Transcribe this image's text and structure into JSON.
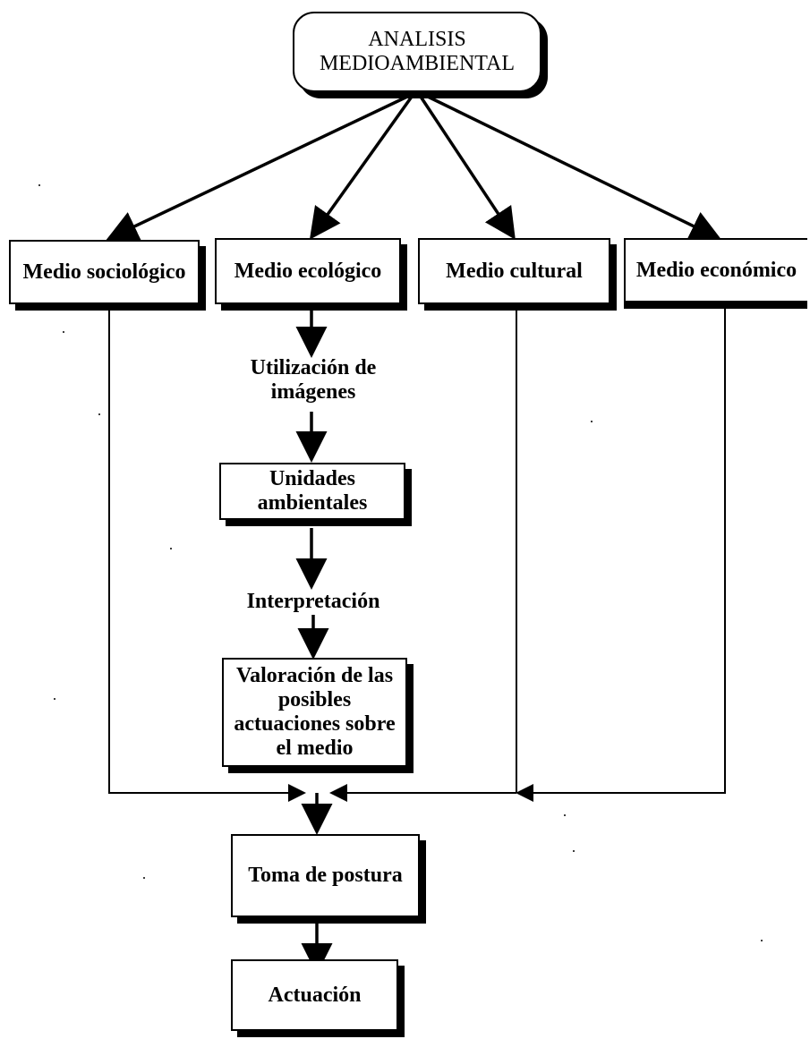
{
  "diagram": {
    "root": {
      "line1": "ANALISIS",
      "line2": "MEDIOAMBIENTAL"
    },
    "media": [
      {
        "label": "Medio sociológico"
      },
      {
        "label": "Medio ecológico"
      },
      {
        "label": "Medio cultural"
      },
      {
        "label": "Medio económico"
      }
    ],
    "process": {
      "step1": {
        "line1": "Utilización de",
        "line2": "imágenes"
      },
      "step2": {
        "line1": "Unidades",
        "line2": "ambientales"
      },
      "step3": {
        "label": "Interpretación"
      },
      "step4": {
        "line1": "Valoración de las",
        "line2": "posibles",
        "line3": "actuaciones sobre",
        "line4": "el medio"
      },
      "step5": {
        "label": "Toma de postura"
      },
      "step6": {
        "label": "Actuación"
      }
    }
  }
}
